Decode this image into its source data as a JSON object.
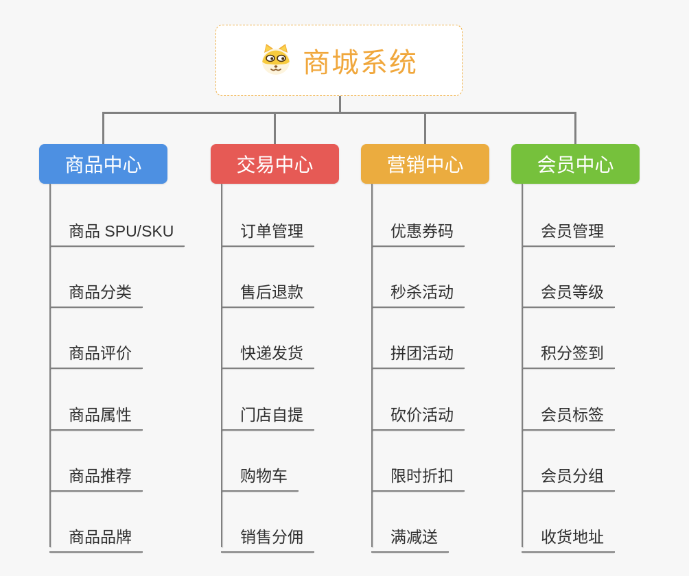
{
  "page": {
    "background_color": "#f7f7f7",
    "connector_color": "#808080"
  },
  "root": {
    "title": "商城系统",
    "icon": "doge-icon",
    "title_color": "#f0a73c",
    "border_color": "#f0b24b"
  },
  "branches": [
    {
      "label": "商品中心",
      "color": "#4d90e2",
      "items": [
        "商品 SPU/SKU",
        "商品分类",
        "商品评价",
        "商品属性",
        "商品推荐",
        "商品品牌"
      ]
    },
    {
      "label": "交易中心",
      "color": "#e65a55",
      "items": [
        "订单管理",
        "售后退款",
        "快递发货",
        "门店自提",
        "购物车",
        "销售分佣"
      ]
    },
    {
      "label": "营销中心",
      "color": "#ebac3f",
      "items": [
        "优惠券码",
        "秒杀活动",
        "拼团活动",
        "砍价活动",
        "限时折扣",
        "满减送"
      ]
    },
    {
      "label": "会员中心",
      "color": "#76c13c",
      "items": [
        "会员管理",
        "会员等级",
        "积分签到",
        "会员标签",
        "会员分组",
        "收货地址"
      ]
    }
  ]
}
